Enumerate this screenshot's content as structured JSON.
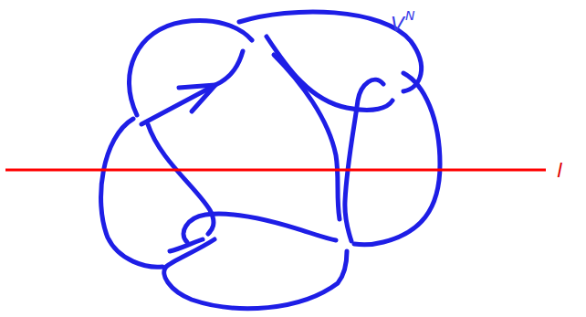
{
  "diagram": {
    "labels": [
      "V",
      "N",
      "l"
    ]
  }
}
